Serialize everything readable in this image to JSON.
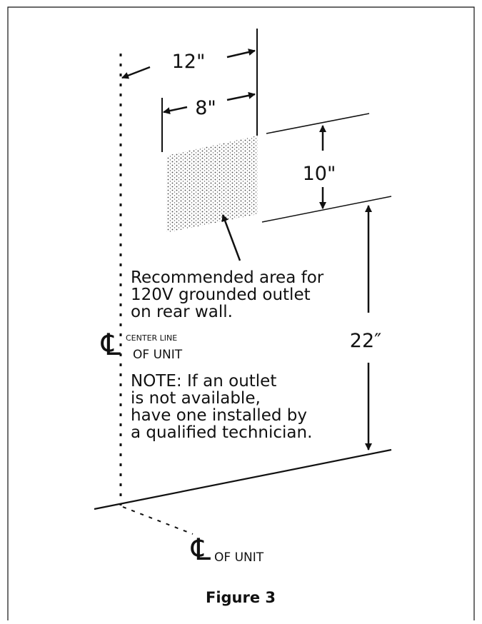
{
  "diagram": {
    "dimensions": {
      "width_12": "12\"",
      "width_8": "8\"",
      "height_10": "10\"",
      "height_22": "22″"
    },
    "callout": {
      "lines": [
        "Recommended area for",
        "120V grounded outlet",
        "on rear wall."
      ]
    },
    "centerline_main": {
      "symbol": "℄",
      "label_top": "CENTER LINE",
      "label_bottom": "OF UNIT"
    },
    "centerline_floor": {
      "symbol": "℄",
      "label": "OF UNIT"
    },
    "note": {
      "lines": [
        "NOTE:  If an outlet",
        "is not available,",
        "have one installed by",
        "a qualified technician."
      ]
    },
    "figure_caption": "Figure 3"
  },
  "colors": {
    "ink": "#111111",
    "background": "#ffffff"
  }
}
